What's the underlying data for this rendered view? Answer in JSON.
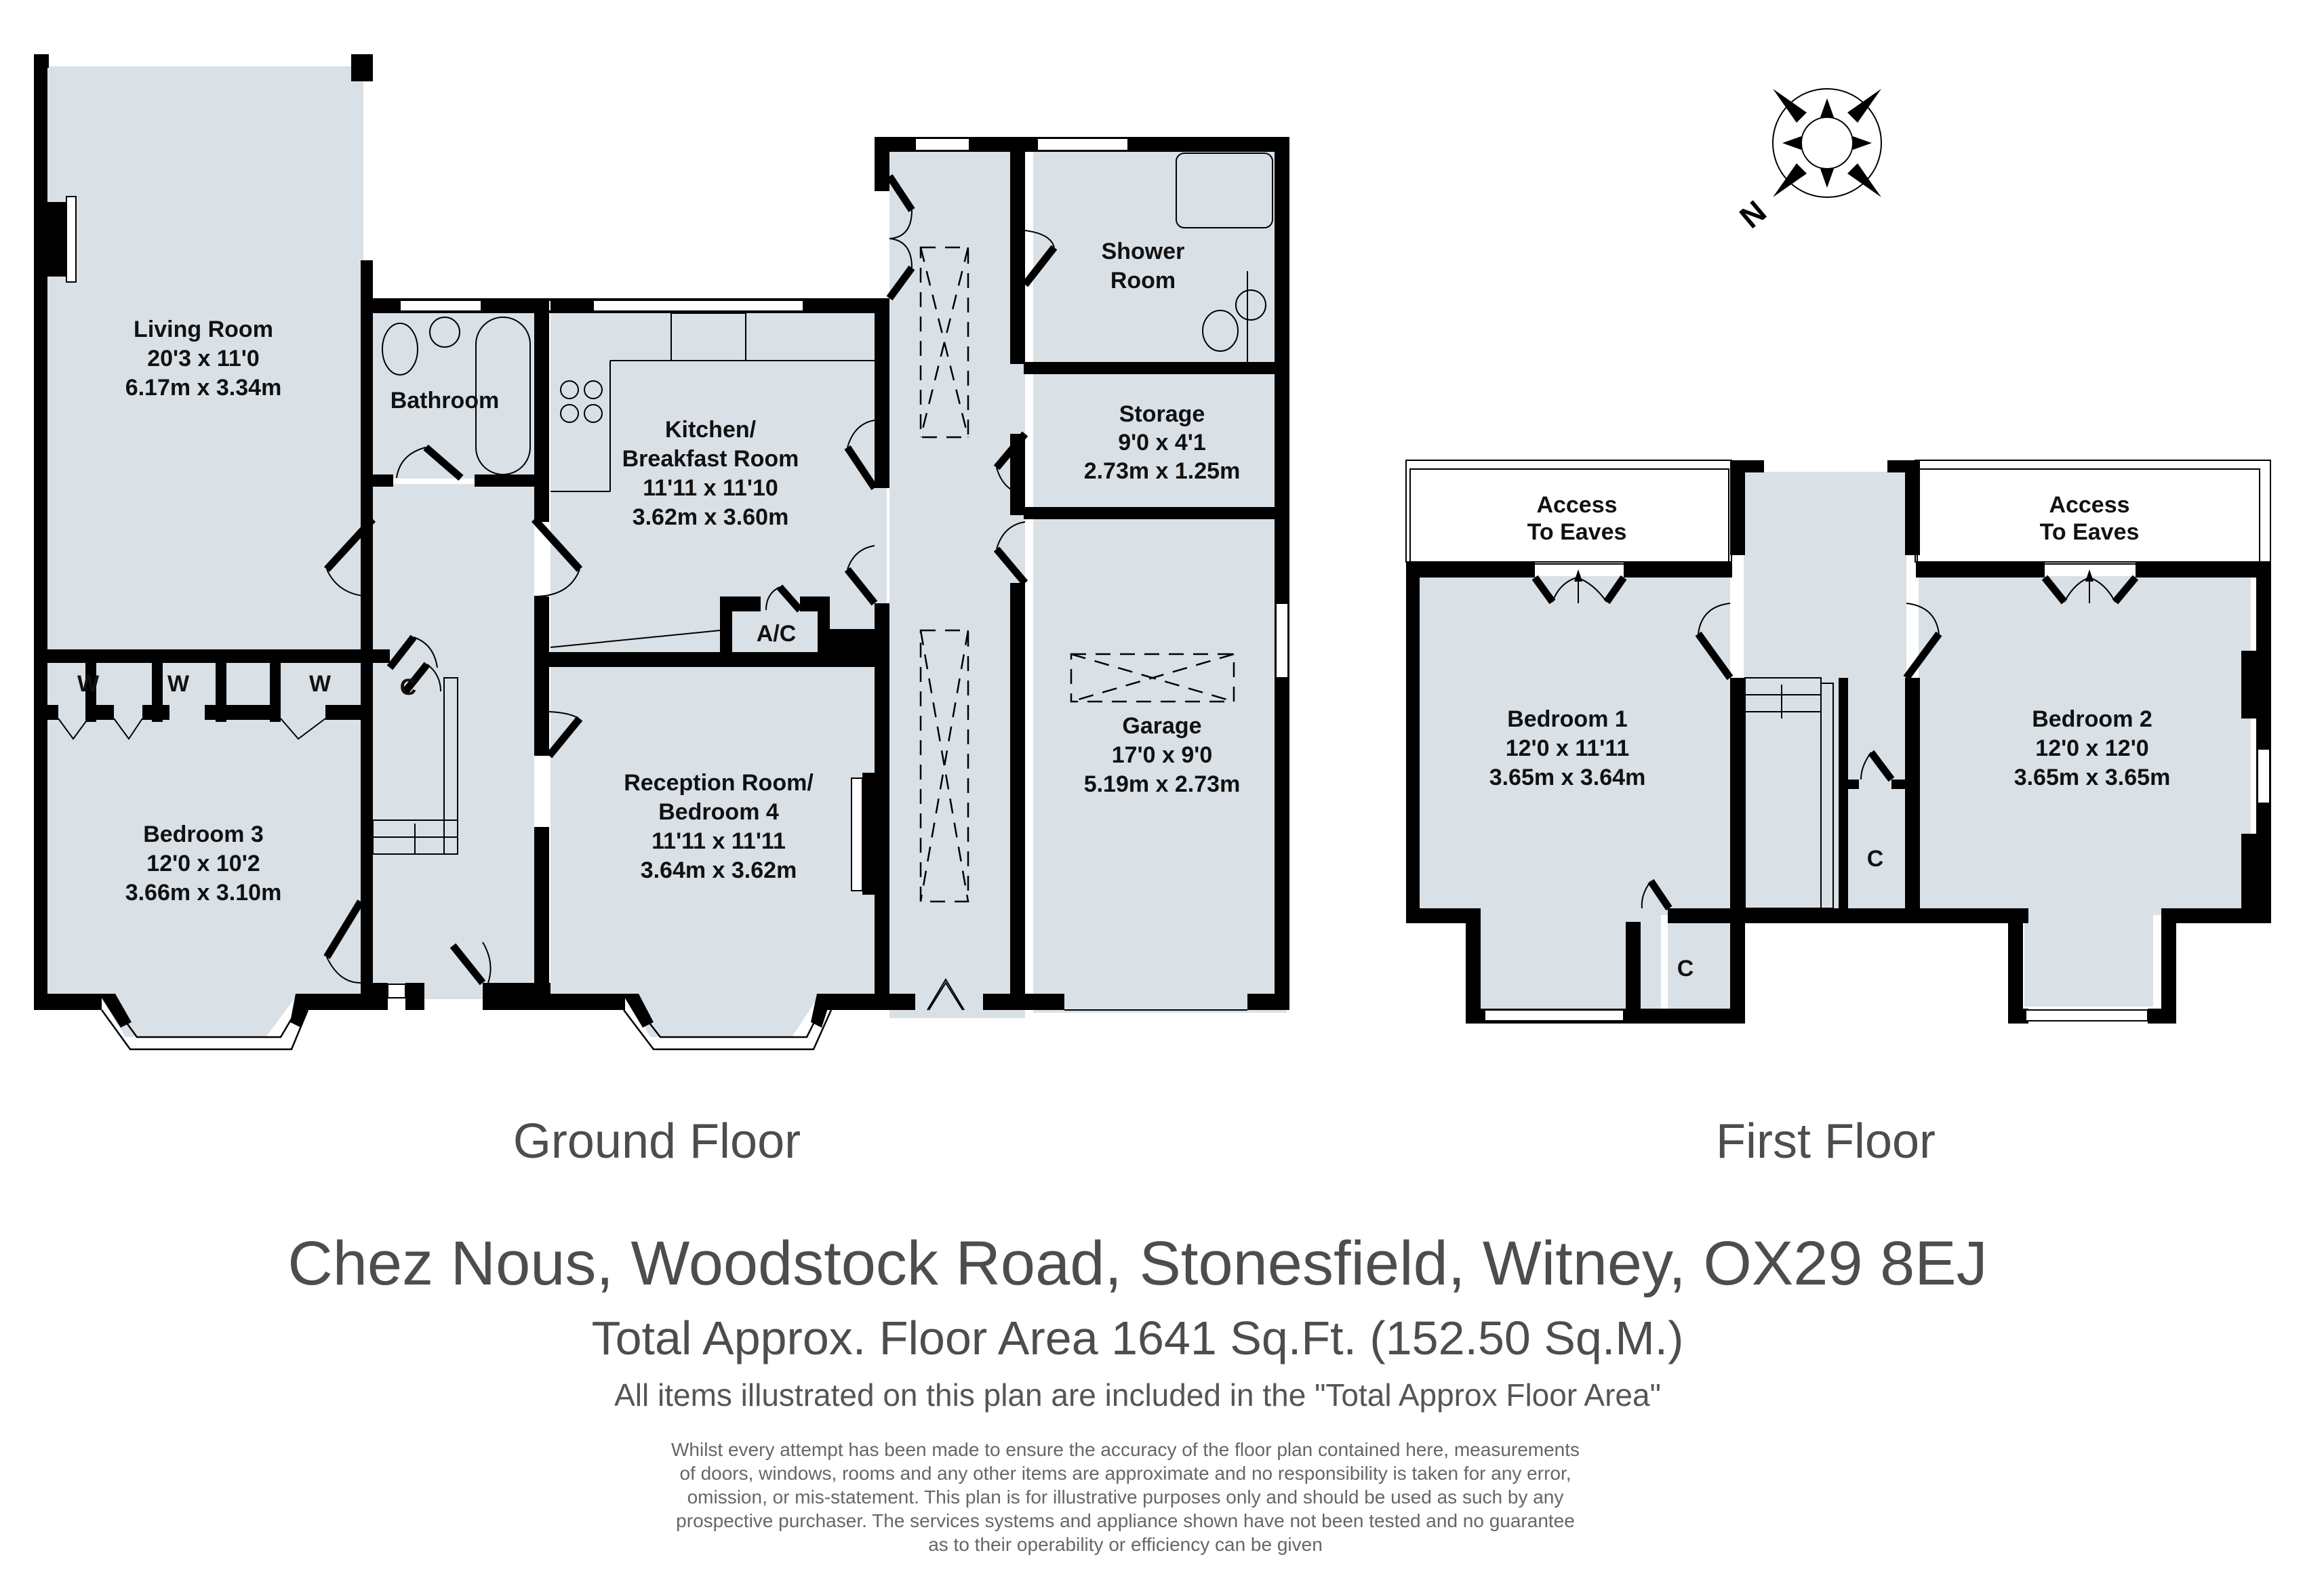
{
  "ground_floor": {
    "label": "Ground Floor",
    "rooms": [
      {
        "name": "Living Room",
        "imperial": "20'3 x 11'0",
        "metric": "6.17m x 3.34m"
      },
      {
        "name": "Bathroom"
      },
      {
        "name_line1": "Kitchen/",
        "name_line2": "Breakfast Room",
        "imperial": "11'11 x 11'10",
        "metric": "3.62m x 3.60m"
      },
      {
        "name_line1": "Shower",
        "name_line2": "Room"
      },
      {
        "name": "Storage",
        "imperial": "9'0 x 4'1",
        "metric": "2.73m x 1.25m"
      },
      {
        "name": "Garage",
        "imperial": "17'0 x 9'0",
        "metric": "5.19m x 2.73m"
      },
      {
        "name": "Bedroom 3",
        "imperial": "12'0 x 10'2",
        "metric": "3.66m x 3.10m"
      },
      {
        "name_line1": "Reception Room/",
        "name_line2": "Bedroom 4",
        "imperial": "11'11 x 11'11",
        "metric": "3.64m x 3.62m"
      }
    ],
    "cupboards": {
      "wardrobe": "W",
      "cupboard": "C",
      "airing_cupboard": "A/C"
    }
  },
  "first_floor": {
    "label": "First Floor",
    "rooms": [
      {
        "name": "Bedroom 1",
        "imperial": "12'0 x 11'11",
        "metric": "3.65m x 3.64m"
      },
      {
        "name": "Bedroom 2",
        "imperial": "12'0 x 12'0",
        "metric": "3.65m x 3.65m"
      }
    ],
    "eaves": {
      "line1": "Access",
      "line2": "To Eaves"
    },
    "cupboard": "C"
  },
  "compass": {
    "north_label": "N"
  },
  "footer": {
    "address": "Chez Nous, Woodstock Road, Stonesfield, Witney, OX29 8EJ",
    "total_area": "Total Approx. Floor Area 1641 Sq.Ft. (152.50 Sq.M.)",
    "inclusion_note": "All items illustrated on this plan are included in the \"Total Approx Floor Area\"",
    "disclaimer_lines": [
      "Whilst every attempt has been made to ensure the accuracy of the floor plan contained here, measurements",
      "of doors, windows, rooms and any other items are approximate and no responsibility is taken for any error,",
      "omission, or mis-statement. This plan is for illustrative purposes only and should be used as such by any",
      "prospective purchaser. The services systems and appliance shown have not been tested and no guarantee",
      "as to their operability or efficiency can be given"
    ]
  },
  "colors": {
    "room_fill": "#d9e0e6",
    "wall": "#000000",
    "text_gray": "#4d4d4d"
  }
}
